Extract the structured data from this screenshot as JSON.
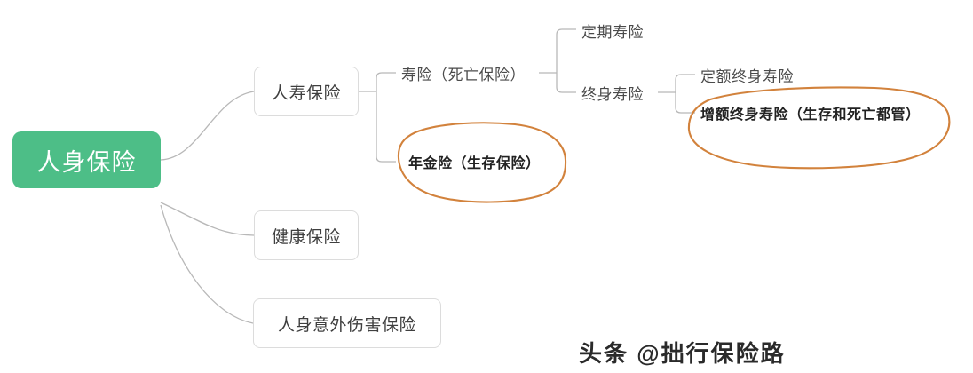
{
  "diagram": {
    "type": "mind-map",
    "root": {
      "label": "人身保险",
      "style": "green-rounded-box",
      "color": "#4DBE87",
      "text_color": "#ffffff"
    },
    "level1": [
      {
        "label": "人寿保险",
        "style": "white-rounded-box"
      },
      {
        "label": "健康保险",
        "style": "white-rounded-box"
      },
      {
        "label": "人身意外伤害保险",
        "style": "white-rounded-box"
      }
    ],
    "level2": [
      {
        "label": "寿险（死亡保险）",
        "style": "plain-text",
        "parent": "人寿保险"
      },
      {
        "label": "年金险（生存保险）",
        "style": "bold-circled",
        "parent": "人寿保险",
        "highlight_color": "#D2823C"
      }
    ],
    "level3": [
      {
        "label": "定期寿险",
        "style": "plain-text",
        "parent": "寿险（死亡保险）"
      },
      {
        "label": "终身寿险",
        "style": "plain-text",
        "parent": "寿险（死亡保险）"
      }
    ],
    "level4": [
      {
        "label": "定额终身寿险",
        "style": "plain-text",
        "parent": "终身寿险"
      },
      {
        "label": "增额终身寿险（生存和死亡都管）",
        "style": "bold-circled",
        "parent": "终身寿险",
        "highlight_color": "#D2823C"
      }
    ]
  },
  "watermark": {
    "text": "头条 @拙行保险路"
  },
  "colors": {
    "root_fill": "#4DBE87",
    "box_border": "#dcdcdc",
    "connector": "#b8b8b8",
    "highlight": "#D2823C",
    "text": "#3f3f3f",
    "background": "#ffffff"
  }
}
